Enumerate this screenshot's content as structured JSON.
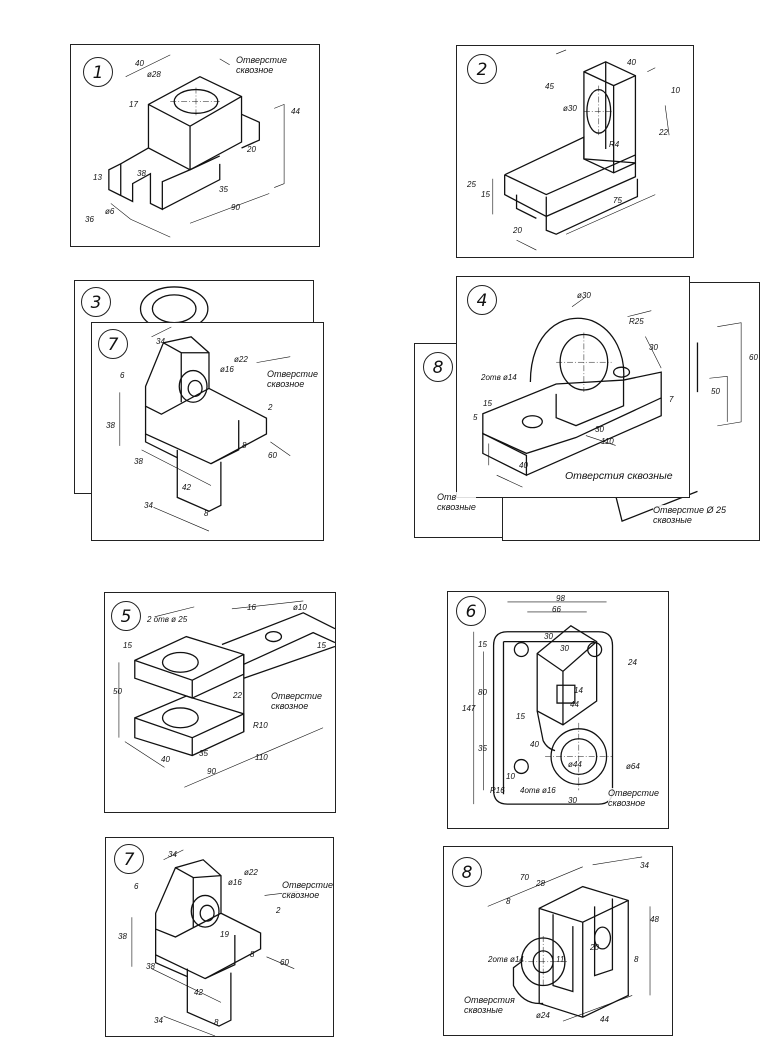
{
  "sheet": {
    "cards": [
      {
        "number": "1",
        "note": "Отверстие\nсквозное",
        "dims": [
          "40",
          "ø28",
          "17",
          "44",
          "20",
          "35",
          "90",
          "13",
          "38",
          "ø6",
          "36"
        ]
      },
      {
        "number": "2",
        "note": "",
        "dims": [
          "40",
          "45",
          "ø30",
          "10",
          "22",
          "R4",
          "25",
          "15",
          "75",
          "20"
        ]
      },
      {
        "number": "3",
        "note": "",
        "dims": []
      },
      {
        "number": "4",
        "note": "Отверстия сквозные",
        "dims": [
          "ø30",
          "R25",
          "2отв ø14",
          "30",
          "15",
          "5",
          "30",
          "110",
          "7",
          "40"
        ]
      },
      {
        "number": "7",
        "note": "Отверстие\nсквозное",
        "dims": [
          "34",
          "6",
          "ø16",
          "ø22",
          "38",
          "8",
          "2",
          "60",
          "38",
          "42",
          "34",
          "8"
        ]
      },
      {
        "number": "8",
        "note": "Отв\nсквозные",
        "dims": []
      },
      {
        "number": "",
        "note": "Отверстие Ø 25 сквозные",
        "dims": [
          "60",
          "50"
        ]
      },
      {
        "number": "5",
        "note": "Отверстие\nсквозное",
        "dims": [
          "2 отв ø 25",
          "16",
          "ø10",
          "15",
          "15",
          "50",
          "22",
          "R10",
          "35",
          "40",
          "90",
          "110"
        ]
      },
      {
        "number": "6",
        "note": "Отверстие\nсквозное",
        "dims": [
          "98",
          "66",
          "30",
          "24",
          "30",
          "15",
          "80",
          "147",
          "14",
          "44",
          "15",
          "40",
          "35",
          "ø44",
          "ø64",
          "R16",
          "4отв ø16",
          "30",
          "10"
        ]
      },
      {
        "number": "7",
        "note": "Отверстие\nсквозное",
        "dims": [
          "34",
          "6",
          "ø16",
          "ø22",
          "38",
          "19",
          "8",
          "2",
          "60",
          "38",
          "42",
          "34",
          "8"
        ]
      },
      {
        "number": "8",
        "note": "Отверстия\nсквозные",
        "dims": [
          "70",
          "34",
          "8",
          "28",
          "48",
          "20",
          "2отв ø14",
          "11",
          "ø24",
          "44",
          "8"
        ]
      }
    ]
  },
  "colors": {
    "line": "#111111",
    "paper": "#ffffff",
    "frame": "#222222"
  }
}
